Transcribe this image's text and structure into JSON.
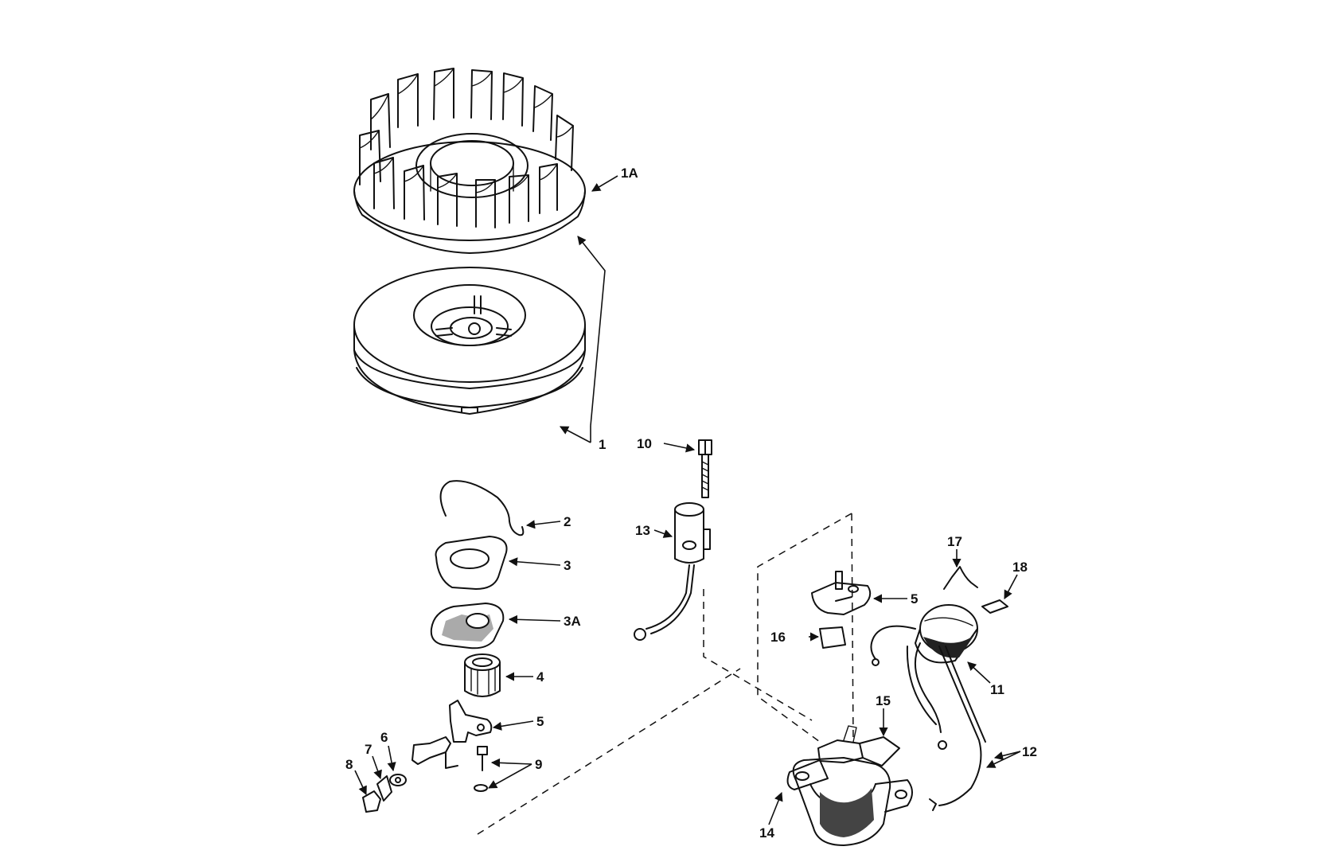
{
  "callouts": {
    "c1A": "1A",
    "c1": "1",
    "c2": "2",
    "c3": "3",
    "c3A": "3A",
    "c4": "4",
    "c5a": "5",
    "c5b": "5",
    "c6": "6",
    "c7": "7",
    "c8": "8",
    "c9": "9",
    "c10": "10",
    "c11": "11",
    "c12": "12",
    "c13": "13",
    "c14": "14",
    "c15": "15",
    "c16": "16",
    "c17": "17",
    "c18": "18"
  }
}
